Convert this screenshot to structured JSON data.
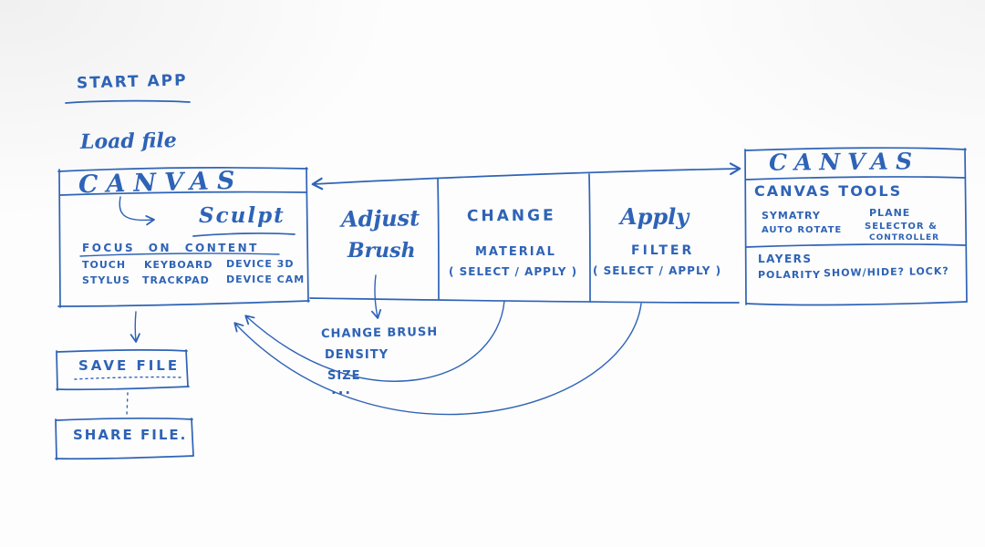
{
  "ink_color": "#2e63b6",
  "labels": {
    "start_app": "START APP",
    "load_file": "Load file"
  },
  "canvas_left": {
    "title": "CANVAS",
    "sculpt_label": "Sculpt",
    "focus_line": "FOCUS ON CONTENT",
    "input_row1": [
      "TOUCH",
      "KEYBOARD",
      "DEVICE 3D"
    ],
    "input_row2": [
      "STYLUS",
      "TRACKPAD",
      "DEVICE CAM"
    ]
  },
  "steps": {
    "adjust": {
      "title": "Adjust",
      "subtitle": "Brush"
    },
    "change": {
      "title": "CHANGE",
      "subtitle": "MATERIAL",
      "note": "( SELECT / APPLY )"
    },
    "apply": {
      "title": "Apply",
      "subtitle": "FILTER",
      "note": "( SELECT / APPLY )"
    }
  },
  "brush_note": [
    "CHANGE BRUSH",
    "DENSITY",
    "SIZE",
    "..."
  ],
  "canvas_right": {
    "title": "CANVAS",
    "tools_title": "CANVAS TOOLS",
    "symmetry": "SYMATRY",
    "auto_rotate": "AUTO ROTATE",
    "plane": "PLANE",
    "selector": "SELECTOR &",
    "controller": "CONTROLLER",
    "layers": "LAYERS",
    "polarity": "POLARITY",
    "show_hide": "SHOW/HIDE? LOCK?"
  },
  "files": {
    "save": "SAVE FILE",
    "share": "SHARE FILE."
  }
}
